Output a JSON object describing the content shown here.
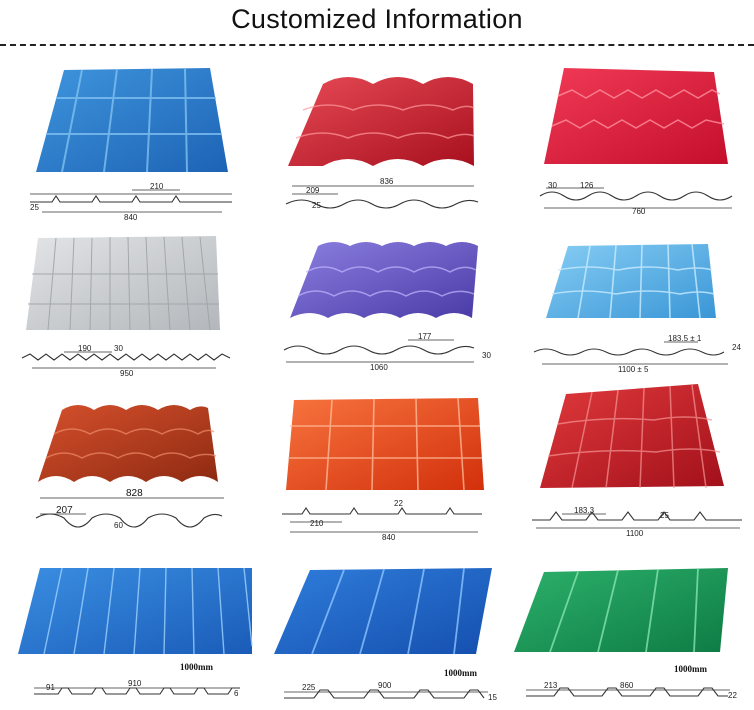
{
  "header": {
    "title": "Customized Information"
  },
  "colors": {
    "blue": "#2a7ac8",
    "red": "#d8232f",
    "crimson": "#e11a3c",
    "silver": "#c9cccf",
    "purple": "#6a59c4",
    "light_blue": "#5ab2e6",
    "brick": "#b8371c",
    "orange": "#ee4a1a",
    "dark_red": "#c8202a",
    "royal_blue": "#1d62c8",
    "green": "#1a9a5a"
  },
  "products": [
    {
      "name": "blue-glazed-tile-sheet",
      "dims": {
        "pitch": "210",
        "height": "25",
        "width": "840"
      }
    },
    {
      "name": "red-glazed-tile-sheet",
      "dims": {
        "total": "836",
        "pitch": "209",
        "small": "25"
      }
    },
    {
      "name": "crimson-wave-tile-sheet",
      "dims": {
        "height": "30",
        "pitch": "126",
        "width": "760"
      }
    },
    {
      "name": "silver-ribbed-tile-sheet",
      "dims": {
        "pitch": "190",
        "height": "30",
        "width": "950"
      }
    },
    {
      "name": "purple-barrel-tile-sheet",
      "dims": {
        "pitch": "177",
        "height": "30",
        "width": "1060"
      }
    },
    {
      "name": "light-blue-tile-sheet",
      "dims": {
        "pitch": "183.5 ± 1",
        "height": "24",
        "width": "1100 ± 5"
      }
    },
    {
      "name": "brick-round-tile-sheet",
      "dims": {
        "width": "828",
        "pitch": "207",
        "height": "60"
      }
    },
    {
      "name": "orange-glazed-tile-sheet",
      "dims": {
        "small": "22",
        "pitch": "210",
        "width": "840"
      }
    },
    {
      "name": "dark-red-tile-sheet",
      "dims": {
        "pitch": "183.3",
        "height": "25",
        "width": "1100"
      }
    },
    {
      "name": "blue-trapezoid-sheet",
      "dims": {
        "caption": "1000mm",
        "left": "91",
        "pitch": "910",
        "height": "6"
      }
    },
    {
      "name": "royal-blue-trapezoid-sheet",
      "dims": {
        "caption": "1000mm",
        "left": "225",
        "pitch": "900",
        "height": "15"
      }
    },
    {
      "name": "green-trapezoid-sheet",
      "dims": {
        "caption": "1000mm",
        "left": "213",
        "pitch": "860",
        "height": "22"
      }
    }
  ]
}
